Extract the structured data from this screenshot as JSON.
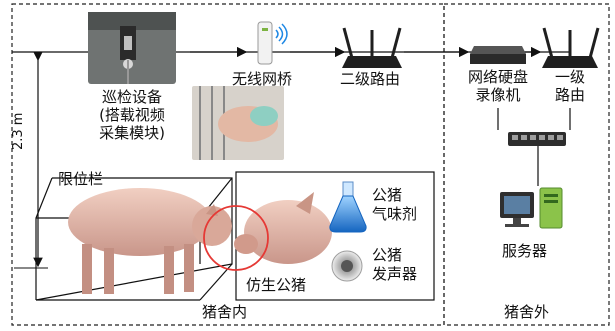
{
  "inside": {
    "region_label": "猪舍内",
    "inspection_device": {
      "line1": "巡检设备",
      "line2": "(搭载视频",
      "line3": "采集模块)"
    },
    "wireless_bridge": "无线网桥",
    "secondary_router": "二级路由",
    "height_label": "2.3 m",
    "stall_label": "限位栏",
    "bionic_boar": "仿生公猪",
    "boar_odor_line1": "公猪",
    "boar_odor_line2": "气味剂",
    "boar_sound_line1": "公猪",
    "boar_sound_line2": "发声器"
  },
  "outside": {
    "region_label": "猪舍外",
    "nvr_line1": "网络硬盘",
    "nvr_line2": "录像机",
    "primary_router_line1": "一级",
    "primary_router_line2": "路由",
    "server": "服务器"
  },
  "colors": {
    "highlight_circle": "#e53935",
    "flask": "#1e88e5",
    "pig": "#e8b8a8"
  }
}
